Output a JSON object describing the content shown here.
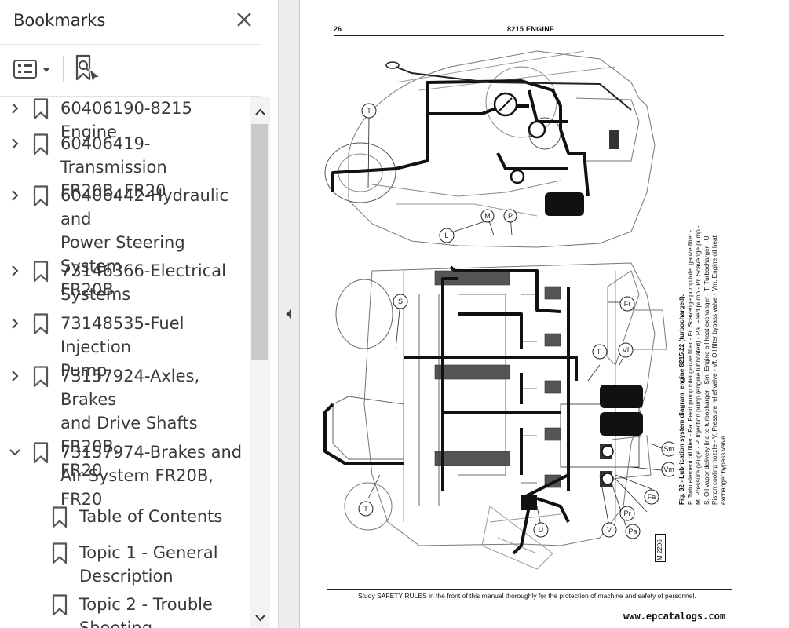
{
  "panel": {
    "title": "Bookmarks",
    "close_icon": "close-icon",
    "options_icon": "bookmark-options-icon",
    "find_icon": "find-current-bookmark-icon"
  },
  "bookmarks": [
    {
      "label": "60406190-8215 Engine",
      "expanded": false,
      "level": 0
    },
    {
      "label": "60406419- Transmission\nFR20B, FR20",
      "expanded": false,
      "level": 0
    },
    {
      "label": "60406442-Hydraulic and\nPower Steering System\nFR20B",
      "expanded": false,
      "level": 0
    },
    {
      "label": "73146366-Electrical\nSystems",
      "expanded": false,
      "level": 0
    },
    {
      "label": "73148535-Fuel Injection\nPump",
      "expanded": false,
      "level": 0
    },
    {
      "label": "73157924-Axles, Brakes\nand Drive Shafts FR20B,\nFR20",
      "expanded": false,
      "level": 0
    },
    {
      "label": "73157974-Brakes and\nAir System FR20B, FR20",
      "expanded": true,
      "level": 0
    },
    {
      "label": "Table of Contents",
      "level": 1
    },
    {
      "label": "Topic 1 - General\nDescription",
      "level": 1
    },
    {
      "label": "Topic 2 - Trouble\nShooting",
      "level": 1
    }
  ],
  "document": {
    "page_number": "26",
    "header": "8215 ENGINE",
    "caption_title": "Fig. 32 - Lubrication system diagram, engine 8215.22 (turbocharged).",
    "caption_body": "F. Twin element oil filter - Fa. Feed pump inlet gauze filter - Fr. Scavenge pump inlet gauze filter - M. Pressure gauge - P. Injection pump (engine lubricated) - Pa. Feed pump - Pr. Scavenge pump - S. Oil vapor delivery line to turbocharger - Sm. Engine oil heat exchanger - T. Turbocharger - U. Piston cooling nozzle - V. Pressure relief valve - Vf. Oil filter bypass valve - Vm. Engine oil heat exchanger bypass valve.",
    "figure_code": "M 2206",
    "footer": "Study SAFETY RULES in the front of this manual thoroughly for the protection of machine and safety of personnel.",
    "watermark": "www.epcatalogs.com",
    "callouts": [
      "T",
      "M",
      "P",
      "L",
      "S",
      "Fr",
      "F",
      "Vf",
      "Sm",
      "Vm",
      "Fa",
      "Pr",
      "Pa",
      "V",
      "U",
      "T"
    ]
  }
}
